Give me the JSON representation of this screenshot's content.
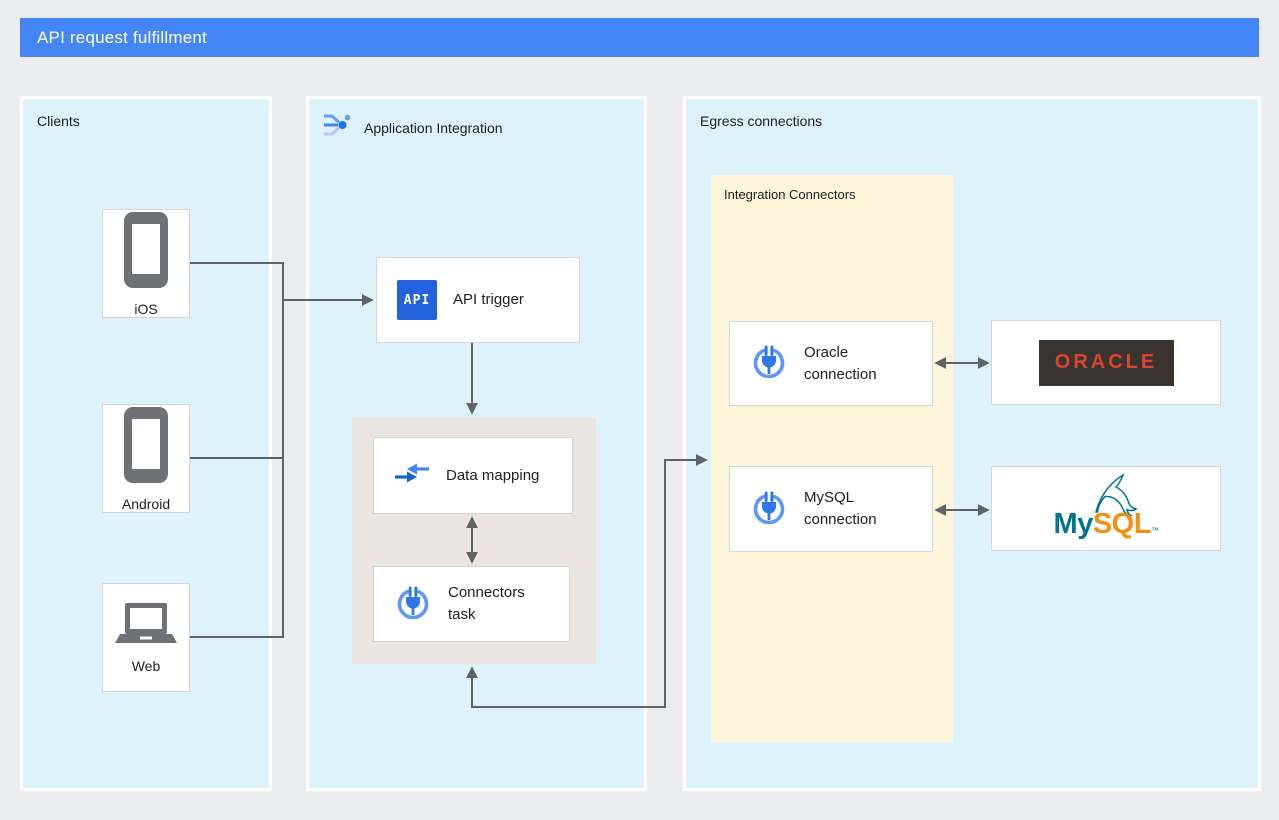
{
  "banner": {
    "title": "API request fulfillment"
  },
  "clients": {
    "title": "Clients",
    "devices": [
      {
        "label": "iOS",
        "icon": "smartphone-icon"
      },
      {
        "label": "Android",
        "icon": "smartphone-icon"
      },
      {
        "label": "Web",
        "icon": "laptop-icon"
      }
    ]
  },
  "integration": {
    "title": "Application Integration",
    "api_icon_text": "API",
    "api_trigger_label": "API trigger",
    "data_mapping_label": "Data mapping",
    "connectors_task_label": "Connectors task"
  },
  "egress": {
    "title": "Egress connections",
    "group_label": "Integration Connectors",
    "oracle_connection_label": "Oracle connection",
    "mysql_connection_label": "MySQL connection"
  },
  "logos": {
    "oracle_text": "ORACLE",
    "mysql_my": "My",
    "mysql_sql": "SQL",
    "mysql_tm": "™"
  },
  "colors": {
    "banner_blue": "#4486f5",
    "panel_blue": "#def2fb",
    "group_yellow": "#fdf5d9",
    "group_beige": "#ebe4e0",
    "background_gray": "#eaeced",
    "connector_gray": "#5f6368",
    "device_gray": "#6e7276",
    "google_blue": "#4285f4",
    "api_icon_blue": "#2263dd",
    "oracle_red": "#d9452f",
    "oracle_box_dark": "#393430",
    "mysql_teal": "#00758f",
    "mysql_orange": "#f29111"
  }
}
